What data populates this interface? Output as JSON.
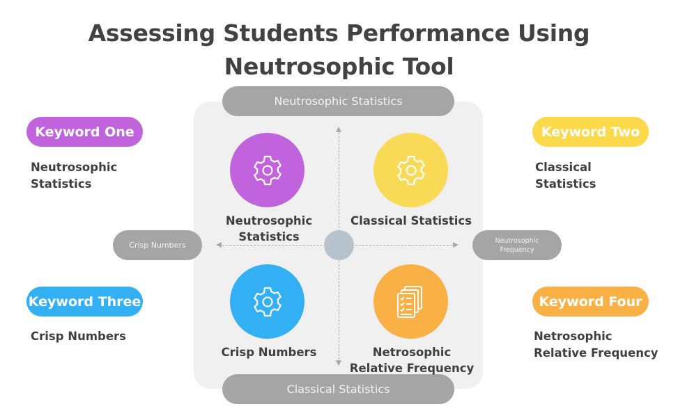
{
  "title": "Assessing Students Performance Using Neutrosophic Tool",
  "axes": {
    "top": "Neutrosophic Statistics",
    "bottom": "Classical Statistics",
    "left": "Crisp Numbers",
    "right": "Neutrosophic Frequency"
  },
  "quadrants": [
    {
      "label": "Neutrosophic Statistics",
      "color": "#c263de",
      "icon": "gear-icon"
    },
    {
      "label": "Classical Statistics",
      "color": "#f9da57",
      "icon": "gear-icon"
    },
    {
      "label": "Crisp Numbers",
      "color": "#33b0f4",
      "icon": "gear-icon"
    },
    {
      "label": "Netrosophic Relative Frequency",
      "color": "#f9b146",
      "icon": "checklist-document-icon"
    }
  ],
  "keywords": [
    {
      "label": "Keyword One",
      "text": "Neutrosophic Statistics",
      "color": "#c263de"
    },
    {
      "label": "Keyword Two",
      "text": "Classical Statistics",
      "color": "#fbd94a"
    },
    {
      "label": "Keyword Three",
      "text": "Crisp Numbers",
      "color": "#33b0f4"
    },
    {
      "label": "Keyword Four",
      "text": "Netrosophic Relative Frequency",
      "color": "#f9b146"
    }
  ]
}
